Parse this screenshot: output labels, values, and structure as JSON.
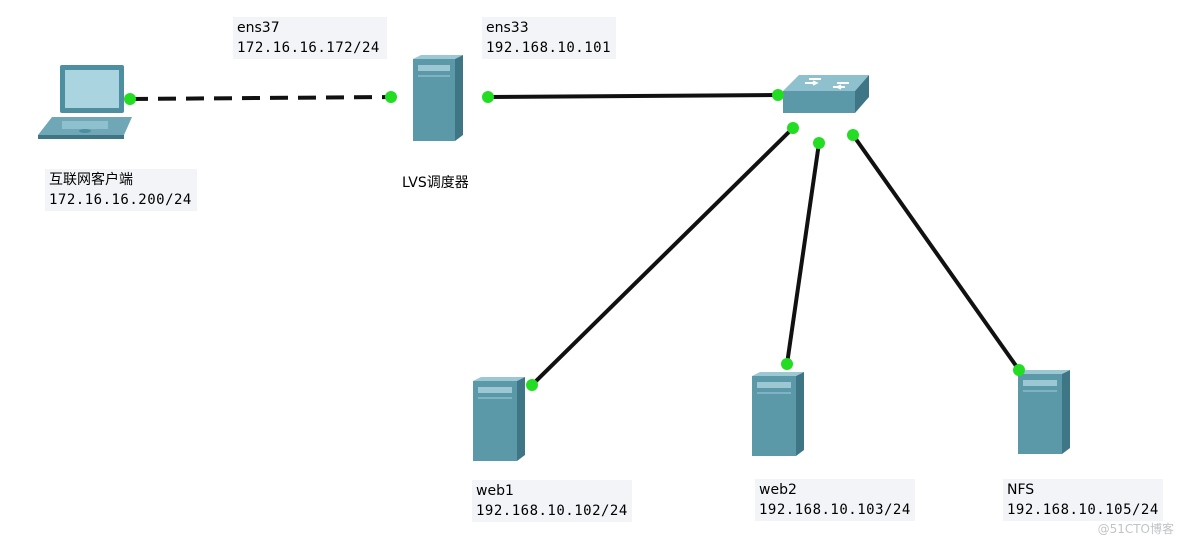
{
  "colors": {
    "link": "#111111",
    "port_dot": "#22dd22",
    "device_body": "#5b98a8",
    "device_dark": "#3f7686",
    "device_light": "#9cc8d4",
    "label_bg": "#f2f4f7"
  },
  "nodes": {
    "client": {
      "icon": "laptop-icon",
      "name": "互联网客户端",
      "ip": "172.16.16.200/24"
    },
    "lvs": {
      "icon": "server-icon",
      "name": "LVS调度器",
      "ens37": {
        "name": "ens37",
        "ip": "172.16.16.172/24"
      },
      "ens33": {
        "name": "ens33",
        "ip": "192.168.10.101"
      }
    },
    "switch": {
      "icon": "switch-icon"
    },
    "web1": {
      "icon": "server-icon",
      "name": "web1",
      "ip": "192.168.10.102/24"
    },
    "web2": {
      "icon": "server-icon",
      "name": "web2",
      "ip": "192.168.10.103/24"
    },
    "nfs": {
      "icon": "server-icon",
      "name": "NFS",
      "ip": "192.168.10.105/24"
    }
  },
  "links": [
    {
      "from": "client",
      "to": "lvs",
      "style": "dashed"
    },
    {
      "from": "lvs",
      "to": "switch",
      "style": "solid"
    },
    {
      "from": "switch",
      "to": "web1",
      "style": "solid"
    },
    {
      "from": "switch",
      "to": "web2",
      "style": "solid"
    },
    {
      "from": "switch",
      "to": "nfs",
      "style": "solid"
    }
  ],
  "watermark": "@51CTO博客"
}
